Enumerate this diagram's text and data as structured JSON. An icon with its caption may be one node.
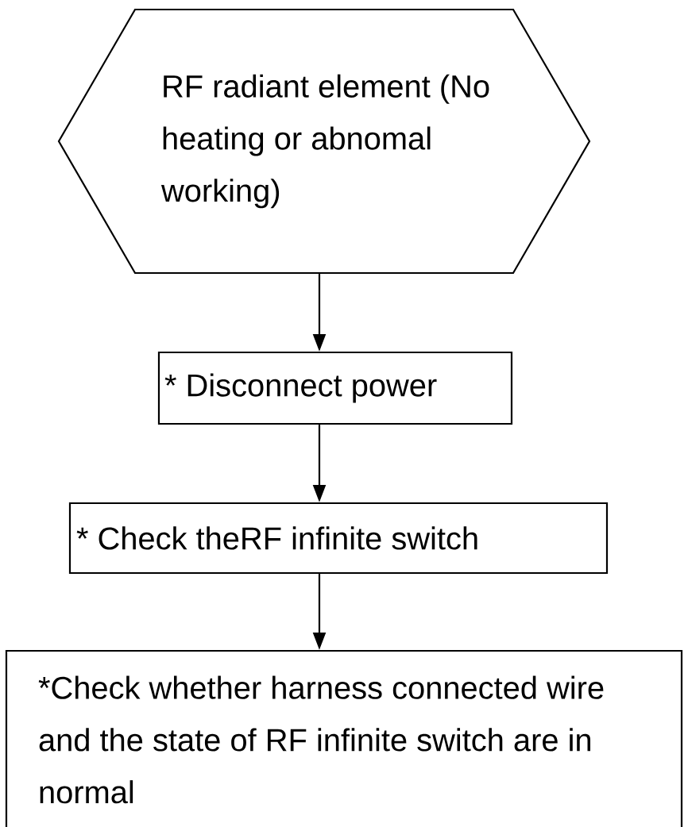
{
  "diagram": {
    "nodes": [
      {
        "text": [
          "RF radiant element (No heating or abnomal working)"
        ]
      },
      {
        "text": [
          "* Disconnect power"
        ]
      },
      {
        "text": [
          "* Check theRF infinite switch"
        ]
      },
      {
        "text": [
          "*Check whether harness connected wire and the state of RF infinite switch are in normal"
        ]
      }
    ],
    "edges": [
      {
        "from": 0,
        "to": 1,
        "arrow": "to"
      },
      {
        "from": 1,
        "to": 2,
        "arrow": "to"
      },
      {
        "from": 2,
        "to": 3,
        "arrow": "to"
      }
    ]
  }
}
